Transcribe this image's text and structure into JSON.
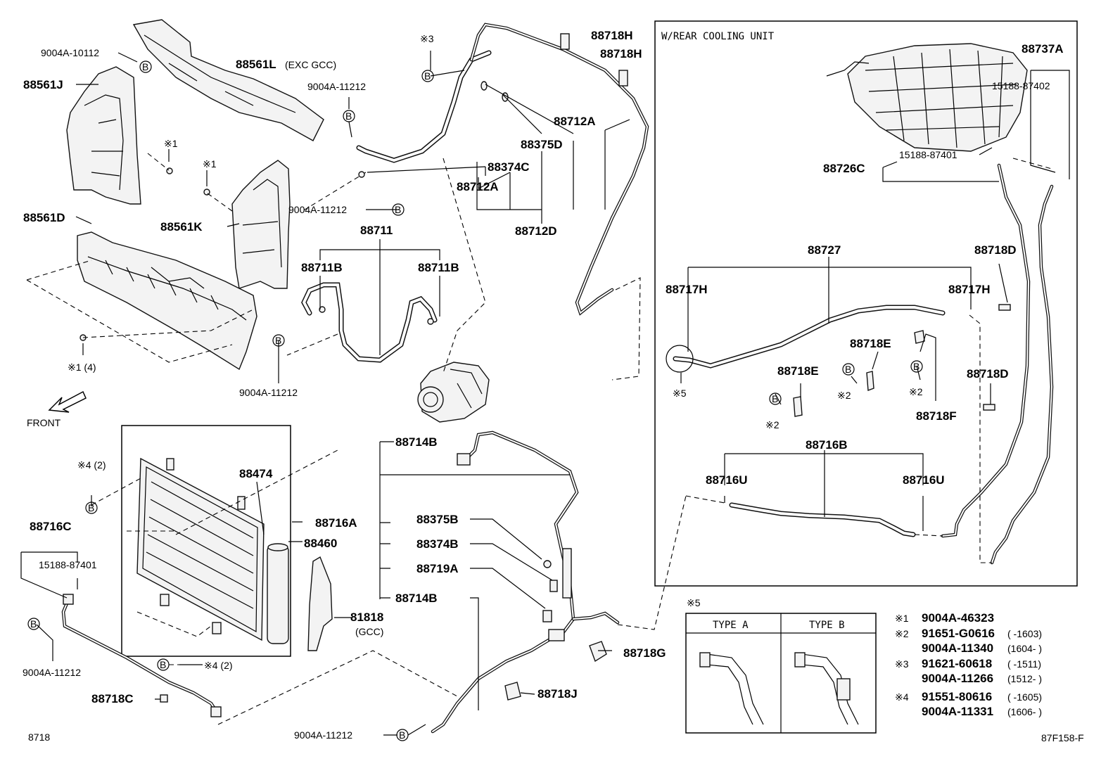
{
  "callouts": [
    {
      "text": "9004A-10112"
    },
    {
      "text": "88561J"
    },
    {
      "text": "88561L"
    },
    {
      "text": "(EXC GCC)"
    },
    {
      "text": "※1"
    },
    {
      "text": "※1"
    },
    {
      "text": "88561D"
    },
    {
      "text": "88561K"
    },
    {
      "text": "※1 (4)"
    },
    {
      "text": "FRONT"
    },
    {
      "text": "※3"
    },
    {
      "text": "9004A-11212"
    },
    {
      "text": "88374C"
    },
    {
      "text": "88712A"
    },
    {
      "text": "88375D"
    },
    {
      "text": "88712A"
    },
    {
      "text": "88712D"
    },
    {
      "text": "9004A-11212"
    },
    {
      "text": "88711"
    },
    {
      "text": "88711B"
    },
    {
      "text": "88711B"
    },
    {
      "text": "9004A-11212"
    },
    {
      "text": "88718H"
    },
    {
      "text": "88718H"
    },
    {
      "text": "※4 (2)"
    },
    {
      "text": "88474"
    },
    {
      "text": "88716A"
    },
    {
      "text": "88460"
    },
    {
      "text": "88716C"
    },
    {
      "text": "15188-87401"
    },
    {
      "text": "81818"
    },
    {
      "text": "(GCC)"
    },
    {
      "text": "※4 (2)"
    },
    {
      "text": "9004A-11212"
    },
    {
      "text": "88718C"
    },
    {
      "text": "8718"
    },
    {
      "text": "88714B"
    },
    {
      "text": "88375B"
    },
    {
      "text": "88374B"
    },
    {
      "text": "88719A"
    },
    {
      "text": "88714B"
    },
    {
      "text": "88718G"
    },
    {
      "text": "88718J"
    },
    {
      "text": "9004A-11212"
    },
    {
      "text": "W/REAR COOLING UNIT"
    },
    {
      "text": "88737A"
    },
    {
      "text": "15188-87402"
    },
    {
      "text": "88726C"
    },
    {
      "text": "15188-87401"
    },
    {
      "text": "88727"
    },
    {
      "text": "88717H"
    },
    {
      "text": "88717H"
    },
    {
      "text": "88718D"
    },
    {
      "text": "88718E"
    },
    {
      "text": "88718E"
    },
    {
      "text": "88718D"
    },
    {
      "text": "88718F"
    },
    {
      "text": "※5"
    },
    {
      "text": "※2"
    },
    {
      "text": "※2"
    },
    {
      "text": "※2"
    },
    {
      "text": "88716B"
    },
    {
      "text": "88716U"
    },
    {
      "text": "88716U"
    },
    {
      "text": "※5"
    },
    {
      "text": "TYPE A"
    },
    {
      "text": "TYPE B"
    },
    {
      "text": "87F158-F"
    }
  ],
  "legend": [
    {
      "mark": "※1",
      "part": "9004A-46323",
      "range": ""
    },
    {
      "mark": "※2",
      "part": "91651-G0616",
      "range": "(      -1603)"
    },
    {
      "mark": "",
      "part": "9004A-11340",
      "range": "(1604-      )"
    },
    {
      "mark": "※3",
      "part": "91621-60618",
      "range": "(      -1511)"
    },
    {
      "mark": "",
      "part": "9004A-11266",
      "range": "(1512-      )"
    },
    {
      "mark": "※4",
      "part": "91551-80616",
      "range": "(      -1605)"
    },
    {
      "mark": "",
      "part": "9004A-11331",
      "range": "(1606-      )"
    }
  ],
  "ref_symbol": "B",
  "icons": [
    "front-arrow-icon"
  ]
}
